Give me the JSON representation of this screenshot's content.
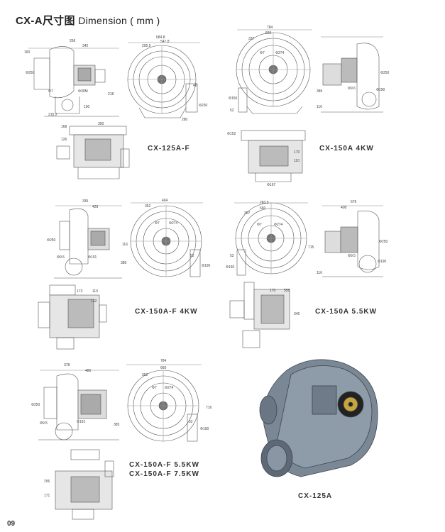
{
  "page": {
    "title_prefix": "CX-A尺寸图",
    "title_suffix": "Dimension ( mm )",
    "page_number": "09"
  },
  "models": [
    {
      "label": "CX-125A-F"
    },
    {
      "label": "CX-150A 4KW"
    },
    {
      "label": "CX-150A-F 4KW"
    },
    {
      "label": "CX-150A 5.5KW"
    },
    {
      "label": "CX-150A-F 5.5KW"
    },
    {
      "label": "CX-150A-F 7.5KW"
    },
    {
      "label": "CX-125A"
    }
  ],
  "dimensions": {
    "d1": [
      "256",
      "342",
      "160",
      "684.8",
      "295.5",
      "547.8",
      "Φ250",
      "Φ7",
      "Φ30M",
      "218",
      "100",
      "216.2",
      "42",
      "Φ230",
      "280",
      "300",
      "168",
      "126"
    ],
    "d2": [
      "784",
      "660",
      "337",
      "Φ7",
      "Φ274",
      "385",
      "Φ190",
      "Φ150",
      "52",
      "Φ250",
      "Φ9.6",
      "116",
      "Φ152",
      "170",
      "110",
      "Φ167"
    ],
    "d3": [
      "335",
      "429",
      "404",
      "352",
      "Φ250",
      "Φ7",
      "Φ274",
      "116",
      "Φ9.5",
      "Φ191",
      "385",
      "Φ190",
      "52",
      "173",
      "110",
      "132"
    ],
    "d4": [
      "783.5",
      "660",
      "307",
      "Φ7",
      "Φ274",
      "715",
      "Φ150",
      "52",
      "676",
      "408",
      "Φ250",
      "Φ9.5",
      "116",
      "Φ190",
      "170",
      "558",
      "345"
    ],
    "d5": [
      "378",
      "486",
      "784",
      "660",
      "352",
      "Φ250",
      "Φ7",
      "Φ274",
      "Φ9.5",
      "Φ191",
      "385",
      "52",
      "Φ190",
      "716",
      "156",
      "171"
    ]
  }
}
